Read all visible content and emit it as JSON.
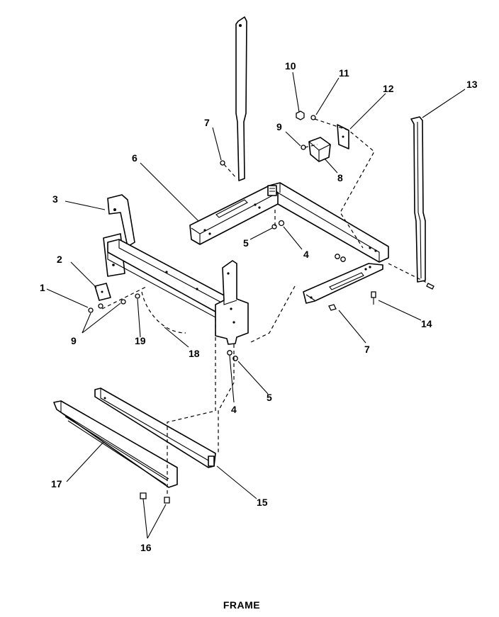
{
  "caption": "FRAME",
  "callouts": [
    {
      "id": "c1",
      "text": "1"
    },
    {
      "id": "c2",
      "text": "2"
    },
    {
      "id": "c3",
      "text": "3"
    },
    {
      "id": "c4a",
      "text": "4"
    },
    {
      "id": "c4b",
      "text": "4"
    },
    {
      "id": "c5a",
      "text": "5"
    },
    {
      "id": "c5b",
      "text": "5"
    },
    {
      "id": "c6",
      "text": "6"
    },
    {
      "id": "c7a",
      "text": "7"
    },
    {
      "id": "c7b",
      "text": "7"
    },
    {
      "id": "c8",
      "text": "8"
    },
    {
      "id": "c9a",
      "text": "9"
    },
    {
      "id": "c9b",
      "text": "9"
    },
    {
      "id": "c10",
      "text": "10"
    },
    {
      "id": "c11",
      "text": "11"
    },
    {
      "id": "c12",
      "text": "12"
    },
    {
      "id": "c13",
      "text": "13"
    },
    {
      "id": "c14",
      "text": "14"
    },
    {
      "id": "c15",
      "text": "15"
    },
    {
      "id": "c16",
      "text": "16"
    },
    {
      "id": "c17",
      "text": "17"
    },
    {
      "id": "c18",
      "text": "18"
    },
    {
      "id": "c19",
      "text": "19"
    }
  ]
}
